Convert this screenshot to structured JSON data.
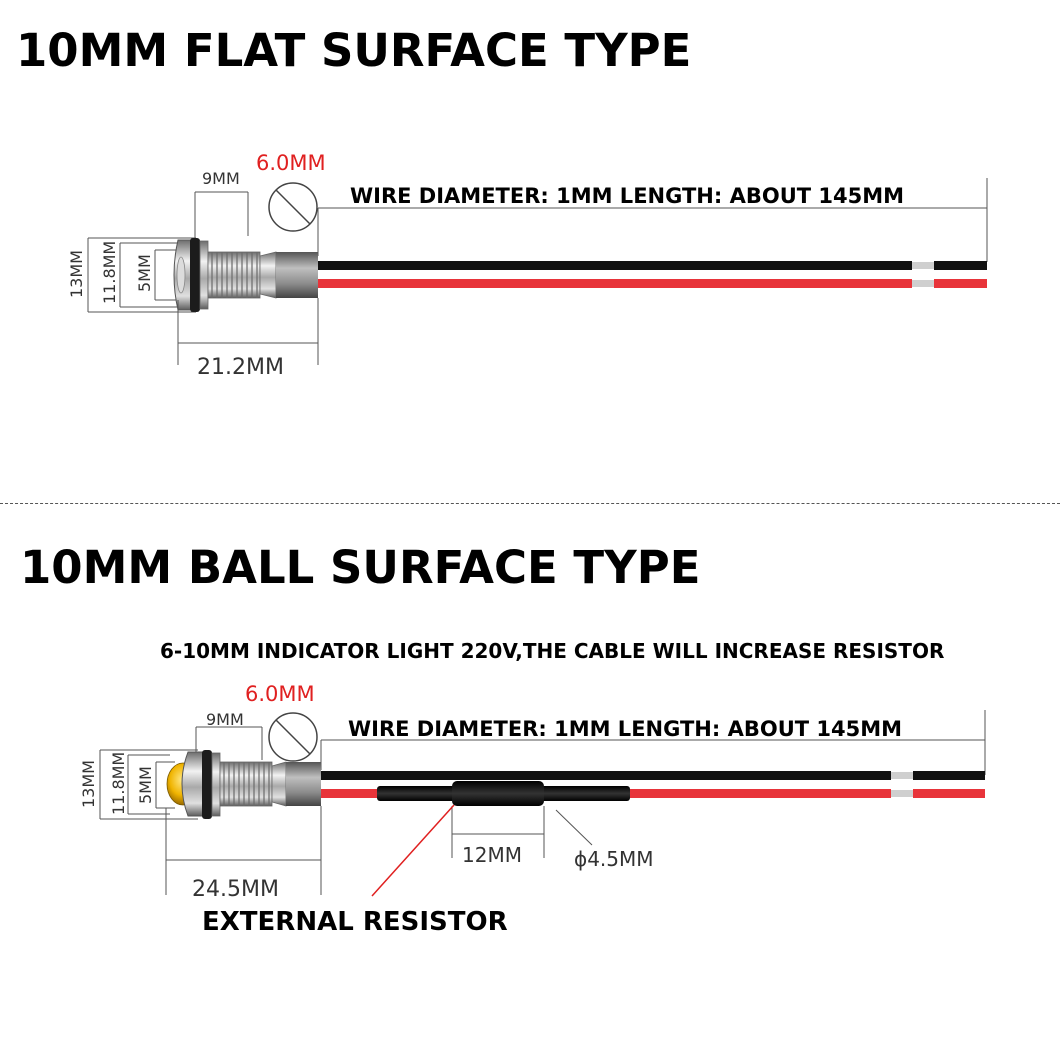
{
  "flat": {
    "title": "10MM FLAT SURFACE TYPE",
    "head_depth": "9MM",
    "hole_dia": "6.0MM",
    "wire_spec": "WIRE DIAMETER: 1MM  LENGTH: ABOUT 145MM",
    "outer_dia": "13MM",
    "thread_dia": "11.8MM",
    "lens_dia": "5MM",
    "body_length": "21.2MM"
  },
  "ball": {
    "title": "10MM BALL SURFACE TYPE",
    "note": "6-10MM INDICATOR LIGHT 220V,THE CABLE WILL INCREASE RESISTOR",
    "head_depth": "9MM",
    "hole_dia": "6.0MM",
    "wire_spec": "WIRE DIAMETER: 1MM  LENGTH: ABOUT 145MM",
    "outer_dia": "13MM",
    "thread_dia": "11.8MM",
    "lens_dia": "5MM",
    "body_length": "24.5MM",
    "resistor_length": "12MM",
    "resistor_dia": "ϕ4.5MM",
    "resistor_label": "EXTERNAL RESISTOR"
  },
  "colors": {
    "wire_red": "#e8343a",
    "wire_black": "#111111",
    "dim_label_red": "#e02020",
    "lens_yellow": "#f0b400"
  }
}
